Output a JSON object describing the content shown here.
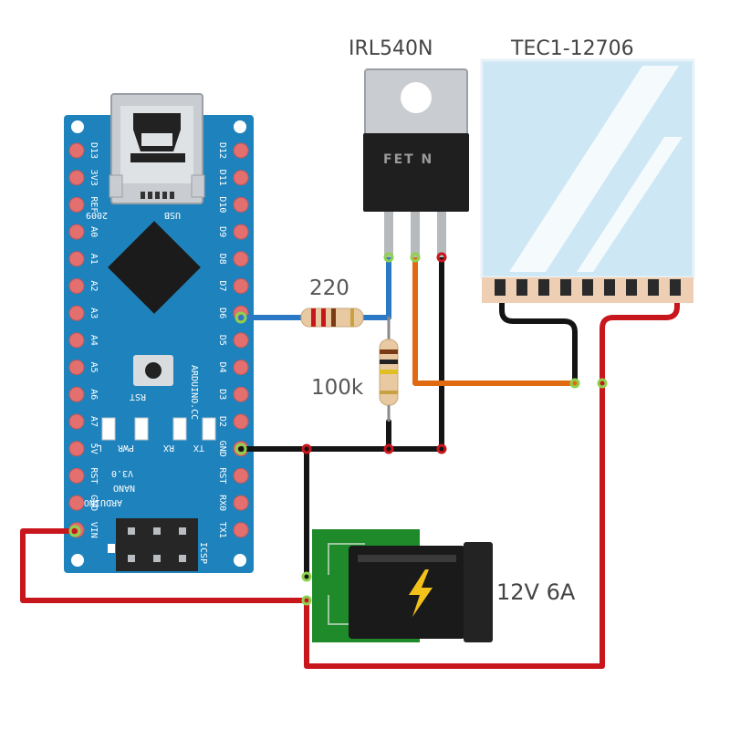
{
  "components": {
    "mosfet": {
      "name": "IRL540N",
      "marking": "FET N"
    },
    "peltier": {
      "name": "TEC1-12706"
    },
    "resistor_gate": {
      "value": "220"
    },
    "resistor_pulldown": {
      "value": "100k"
    },
    "power_supply": {
      "label": "12V 6A"
    },
    "arduino": {
      "left_pins": [
        "D13",
        "3V3",
        "REF",
        "A0",
        "A1",
        "A2",
        "A3",
        "A4",
        "A5",
        "A6",
        "A7",
        "5V",
        "RST",
        "GND",
        "VIN"
      ],
      "right_pins": [
        "D12",
        "D11",
        "D10",
        "D9",
        "D8",
        "D7",
        "D6",
        "D5",
        "D4",
        "D3",
        "D2",
        "GND",
        "RST",
        "RX0",
        "TX1"
      ],
      "usb_label": "USB",
      "year_label": "2009",
      "rst_label": "RST",
      "brand_label": "ARDUINO.CC",
      "led_labels": [
        "L",
        "PWR",
        "RX",
        "TX"
      ],
      "name_lines": [
        "ARDUINO",
        "NANO",
        "V3.0"
      ],
      "icsp_label": "ICSP"
    }
  },
  "colors": {
    "board": "#1e83bd",
    "wire_black": "#141414",
    "wire_red": "#c8161d",
    "wire_blue": "#2b78c4",
    "wire_orange": "#e06a12",
    "pcb_green": "#1f8a2a"
  }
}
